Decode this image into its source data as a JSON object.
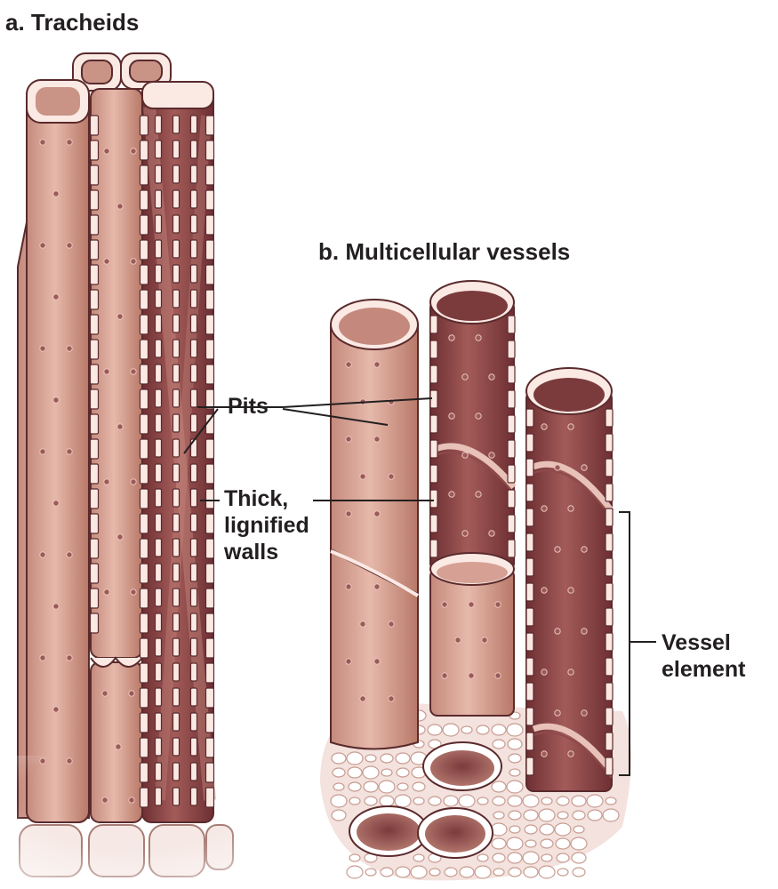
{
  "panel_a": {
    "letter": "a.",
    "title": "Tracheids"
  },
  "panel_b": {
    "letter": "b.",
    "title": "Multicellular vessels"
  },
  "labels": {
    "pits": "Pits",
    "walls_line1": "Thick,",
    "walls_line2": "lignified",
    "walls_line3": "walls",
    "vessel_line1": "Vessel",
    "vessel_line2": "element"
  },
  "colors": {
    "cell_light": "#d9a89a",
    "cell_mid": "#c4897c",
    "cell_dark": "#8e4a4a",
    "lumen_dark": "#6e2f33",
    "wall_fill": "#fbe9e4",
    "outline": "#5a2a2c",
    "text": "#231f20"
  }
}
